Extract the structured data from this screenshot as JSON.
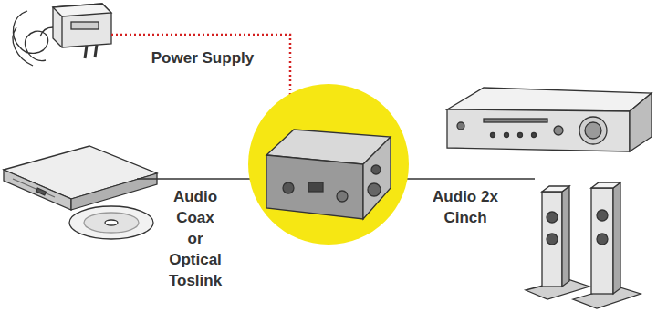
{
  "diagram": {
    "labels": [
      "Power Supply",
      "Audio Coax or Optical Toslink",
      "Audio 2x Cinch"
    ]
  }
}
